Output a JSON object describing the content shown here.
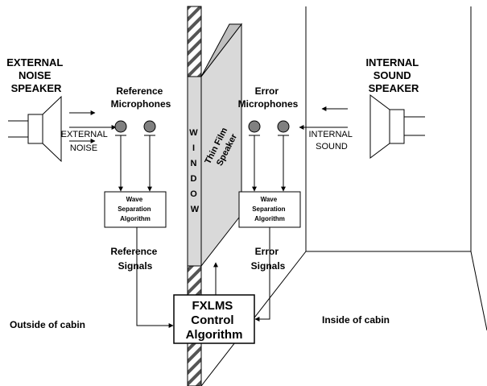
{
  "labels": {
    "external_speaker": [
      "EXTERNAL",
      "NOISE",
      "SPEAKER"
    ],
    "internal_speaker": [
      "INTERNAL",
      "SOUND",
      "SPEAKER"
    ],
    "reference_mics": [
      "Reference",
      "Microphones"
    ],
    "error_mics": [
      "Error",
      "Microphones"
    ],
    "external_noise": [
      "EXTERNAL",
      "NOISE"
    ],
    "internal_sound": [
      "INTERNAL",
      "SOUND"
    ],
    "window": [
      "W",
      "I",
      "N",
      "D",
      "O",
      "W"
    ],
    "thin_film": [
      "Thin Film",
      "Speaker"
    ],
    "wave_sep_left": [
      "Wave",
      "Separation",
      "Algorithm"
    ],
    "wave_sep_right": [
      "Wave",
      "Separation",
      "Algorithm"
    ],
    "reference_signals": [
      "Reference",
      "Signals"
    ],
    "error_signals": [
      "Error",
      "Signals"
    ],
    "fxlms": [
      "FXLMS",
      "Control",
      "Algorithm"
    ],
    "outside": "Outside of cabin",
    "inside": "Inside of cabin"
  }
}
